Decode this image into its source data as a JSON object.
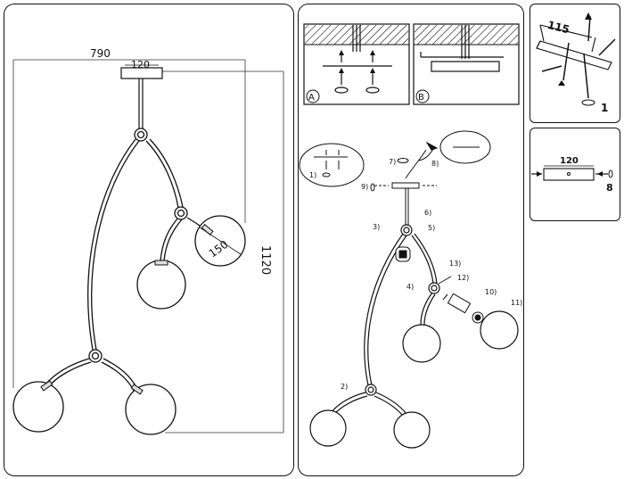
{
  "dimensions": {
    "overall_width": "790",
    "canopy_width": "120",
    "shade_diameter": "150",
    "overall_height": "1120"
  },
  "mounting": {
    "option_a": "A",
    "option_b": "B",
    "bracket_length": "115",
    "bracket_step": "1",
    "canopy_width": "120",
    "canopy_step": "8"
  },
  "assembly_steps": {
    "s1": "1)",
    "s2": "2)",
    "s3": "3)",
    "s4": "4)",
    "s5": "5)",
    "s6": "6)",
    "s7": "7)",
    "s8": "8)",
    "s9": "9)",
    "s10": "10)",
    "s11": "11)",
    "s12": "12)",
    "s13": "13)"
  }
}
